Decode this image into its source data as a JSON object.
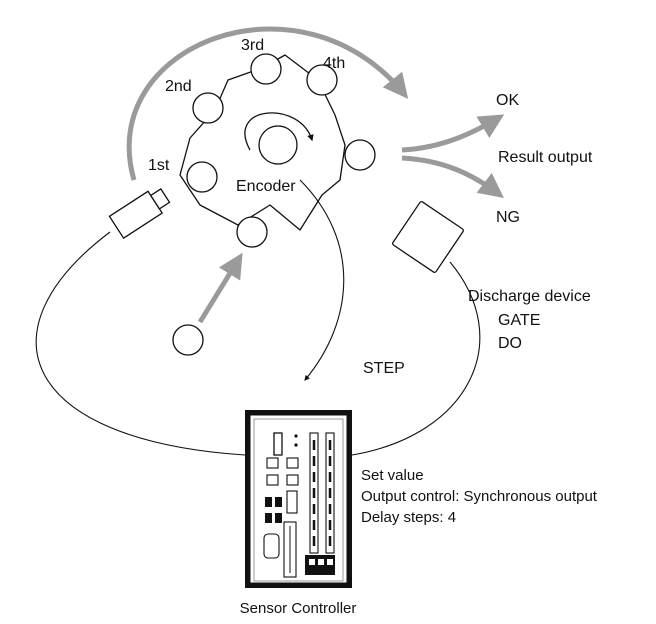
{
  "diagram": {
    "positions": [
      "1st",
      "2nd",
      "3rd",
      "4th"
    ],
    "wheel_label": "Encoder",
    "result_ok": "OK",
    "result_output": "Result output",
    "result_ng": "NG",
    "discharge_device": "Discharge device",
    "signal_gate": "GATE",
    "signal_do": "DO",
    "step_signal": "STEP",
    "set_value_title": "Set value",
    "output_control": "Output control: Synchronous output",
    "delay_steps": "Delay steps: 4",
    "controller_label": "Sensor Controller"
  }
}
